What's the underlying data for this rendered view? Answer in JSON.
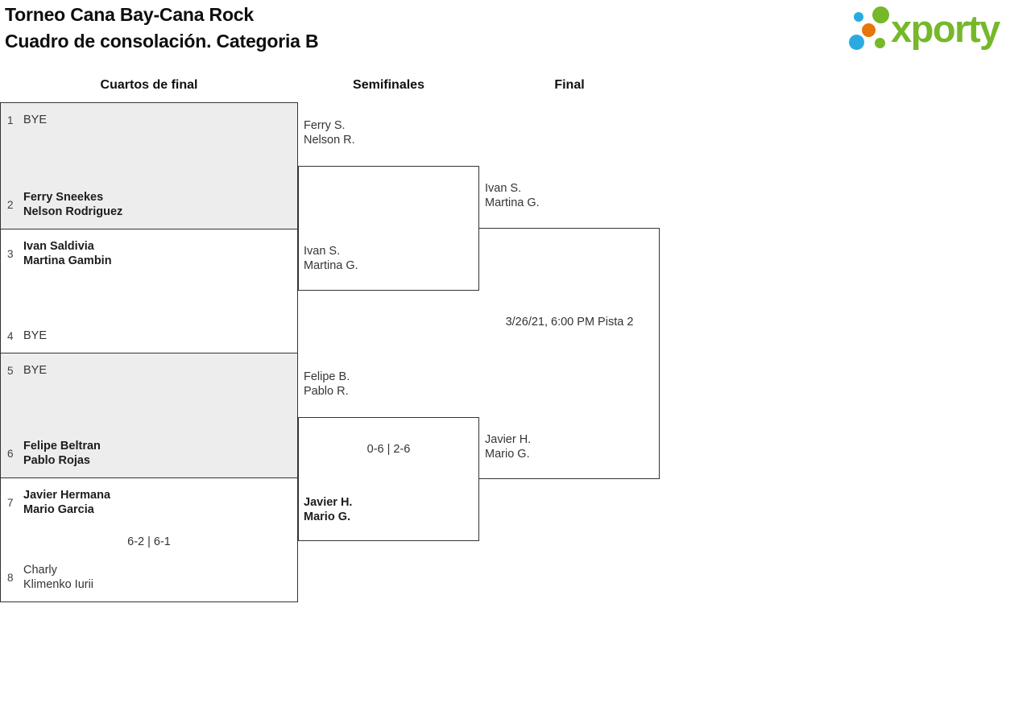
{
  "title": {
    "line1": "Torneo Cana Bay-Cana Rock",
    "line2": "Cuadro de consolación. Categoria B"
  },
  "logo": {
    "text": "xporty",
    "colors": {
      "green": "#76B82A",
      "blue": "#29ABE2",
      "orange": "#E8740C"
    }
  },
  "round_headers": {
    "quarterfinals": "Cuartos de final",
    "semifinals": "Semifinales",
    "final": "Final"
  },
  "qf": [
    {
      "t1": {
        "seed": "1",
        "n1": "BYE",
        "n2": ""
      },
      "t2": {
        "seed": "2",
        "n1": "Ferry Sneekes",
        "n2": "Nelson Rodriguez"
      },
      "score": ""
    },
    {
      "t1": {
        "seed": "3",
        "n1": "Ivan Saldivia",
        "n2": "Martina Gambin"
      },
      "t2": {
        "seed": "4",
        "n1": "BYE",
        "n2": ""
      },
      "score": ""
    },
    {
      "t1": {
        "seed": "5",
        "n1": "BYE",
        "n2": ""
      },
      "t2": {
        "seed": "6",
        "n1": "Felipe Beltran",
        "n2": "Pablo Rojas"
      },
      "score": ""
    },
    {
      "t1": {
        "seed": "7",
        "n1": "Javier Hermana",
        "n2": "Mario Garcia"
      },
      "t2": {
        "seed": "8",
        "n1": "Charly",
        "n2": "Klimenko Iurii"
      },
      "score": "6-2 | 6-1"
    }
  ],
  "sf": [
    {
      "t1": {
        "n1": "Ferry S.",
        "n2": "Nelson R."
      },
      "t2": {
        "n1": "Ivan S.",
        "n2": "Martina G."
      },
      "score": "",
      "winner": {
        "n1": "Ivan S.",
        "n2": "Martina G."
      }
    },
    {
      "t1": {
        "n1": "Felipe B.",
        "n2": "Pablo R."
      },
      "t2": {
        "n1": "Javier H.",
        "n2": "Mario G."
      },
      "score": "0-6 | 2-6",
      "winner": {
        "n1": "Javier H.",
        "n2": "Mario G."
      }
    }
  ],
  "final": {
    "schedule": "3/26/21, 6:00 PM Pista 2"
  }
}
